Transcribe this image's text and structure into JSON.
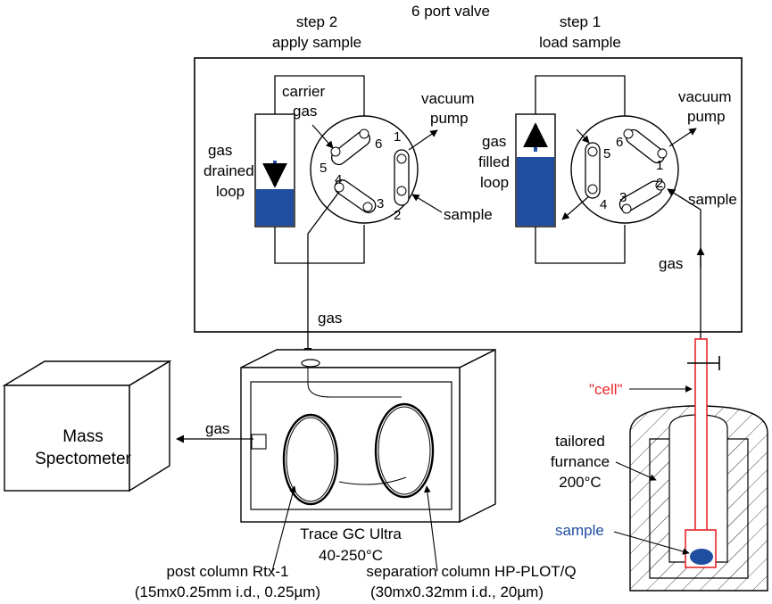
{
  "colors": {
    "line": "#000000",
    "loop_fill": "#1f4ea0",
    "cell_red": "#e8262a",
    "sample_blue": "#1f4ea0"
  },
  "valve": {
    "title": "6 port valve",
    "step2": {
      "line1": "step 2",
      "line2": "apply sample"
    },
    "step1": {
      "line1": "step 1",
      "line2": "load sample"
    },
    "left": {
      "carrier_line1": "carrier",
      "carrier_line2": "gas",
      "vacuum_line1": "vacuum",
      "vacuum_line2": "pump",
      "loop_line1": "gas",
      "loop_line2": "drained",
      "loop_line3": "loop",
      "sample": "sample",
      "ports": [
        "1",
        "2",
        "3",
        "4",
        "5",
        "6"
      ]
    },
    "right": {
      "vacuum_line1": "vacuum",
      "vacuum_line2": "pump",
      "loop_line1": "gas",
      "loop_line2": "filled",
      "loop_line3": "loop",
      "sample": "sample",
      "ports": [
        "1",
        "2",
        "3",
        "4",
        "5",
        "6"
      ]
    }
  },
  "flows": {
    "gas_down": "gas",
    "gas_up": "gas",
    "gas_left": "gas"
  },
  "ms": {
    "line1": "Mass",
    "line2": "Spectometer"
  },
  "gc": {
    "name": "Trace GC Ultra",
    "temp": "40-250°C",
    "post_column": {
      "line1": "post column Rtx-1",
      "line2": "(15mx0.25mm i.d., 0.25µm)"
    },
    "sep_column": {
      "line1": "separation column HP-PLOT/Q",
      "line2": "(30mx0.32mm i.d., 20µm)"
    }
  },
  "furnace": {
    "cell": "\"cell\"",
    "line1": "tailored",
    "line2": "furnance",
    "line3": "200°C",
    "sample": "sample"
  }
}
